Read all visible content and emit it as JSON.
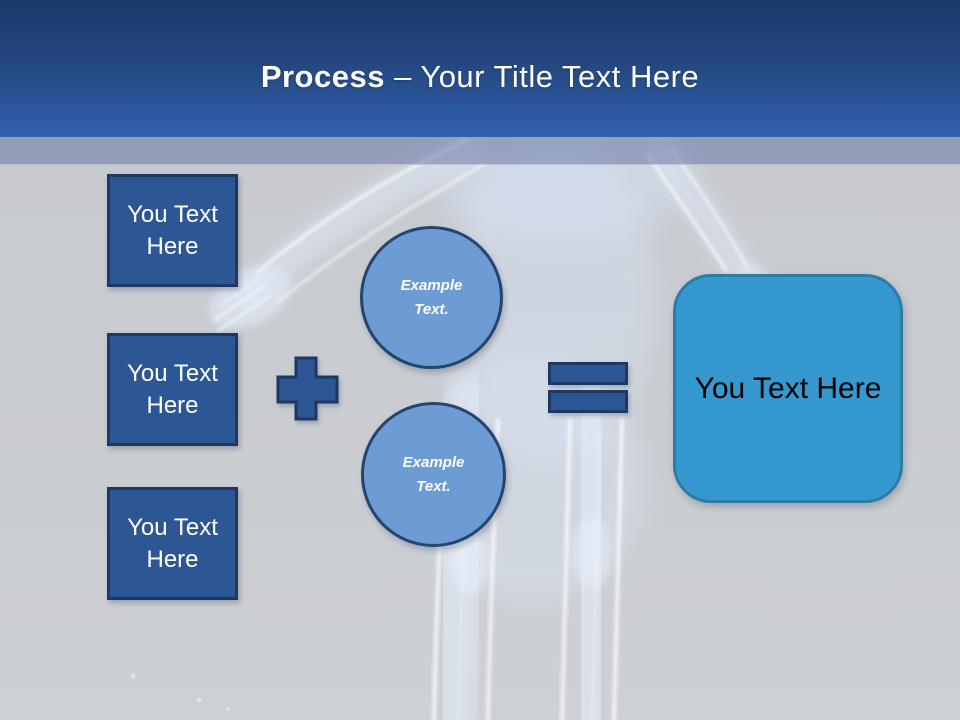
{
  "slide": {
    "title": {
      "keyword": "Process",
      "rest": " – Your Title Text Here"
    },
    "input_boxes": [
      {
        "label": "You Text Here"
      },
      {
        "label": "You Text Here"
      },
      {
        "label": "You Text Here"
      }
    ],
    "operators": [
      {
        "icon": "plus-icon"
      },
      {
        "icon": "equals-icon"
      }
    ],
    "example_circles": [
      {
        "label": "Example Text."
      },
      {
        "label": "Example Text."
      }
    ],
    "result_box": {
      "label": "You Text Here"
    },
    "background_image": "xray-human-body",
    "colors": {
      "header_gradient_top": "#1B386A",
      "header_gradient_bottom": "#3160AE",
      "accent_band": "#97A0BC",
      "background": "#C9CCD1",
      "input_box_fill": "#2D5694",
      "input_box_border": "#1E3763",
      "operator_fill": "#2D5694",
      "operator_border": "#1E3763",
      "circle_fill": "#6D9BD3",
      "circle_border": "#24456F",
      "result_fill": "#3599CF",
      "result_border": "#2C7CA8",
      "title_text": "#FFFFFF",
      "shape_text": "#FFFFFF",
      "result_text": "#000000"
    }
  }
}
